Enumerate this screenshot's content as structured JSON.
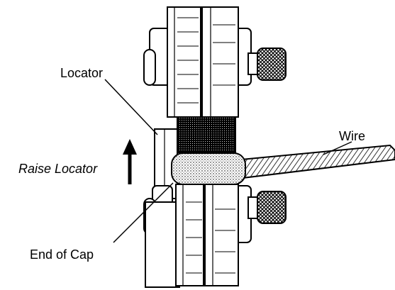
{
  "labels": {
    "locator": "Locator",
    "raise_locator": "Raise Locator",
    "wire": "Wire",
    "end_of_cap": "End of Cap"
  },
  "colors": {
    "ink": "#000000",
    "paper": "#ffffff"
  }
}
